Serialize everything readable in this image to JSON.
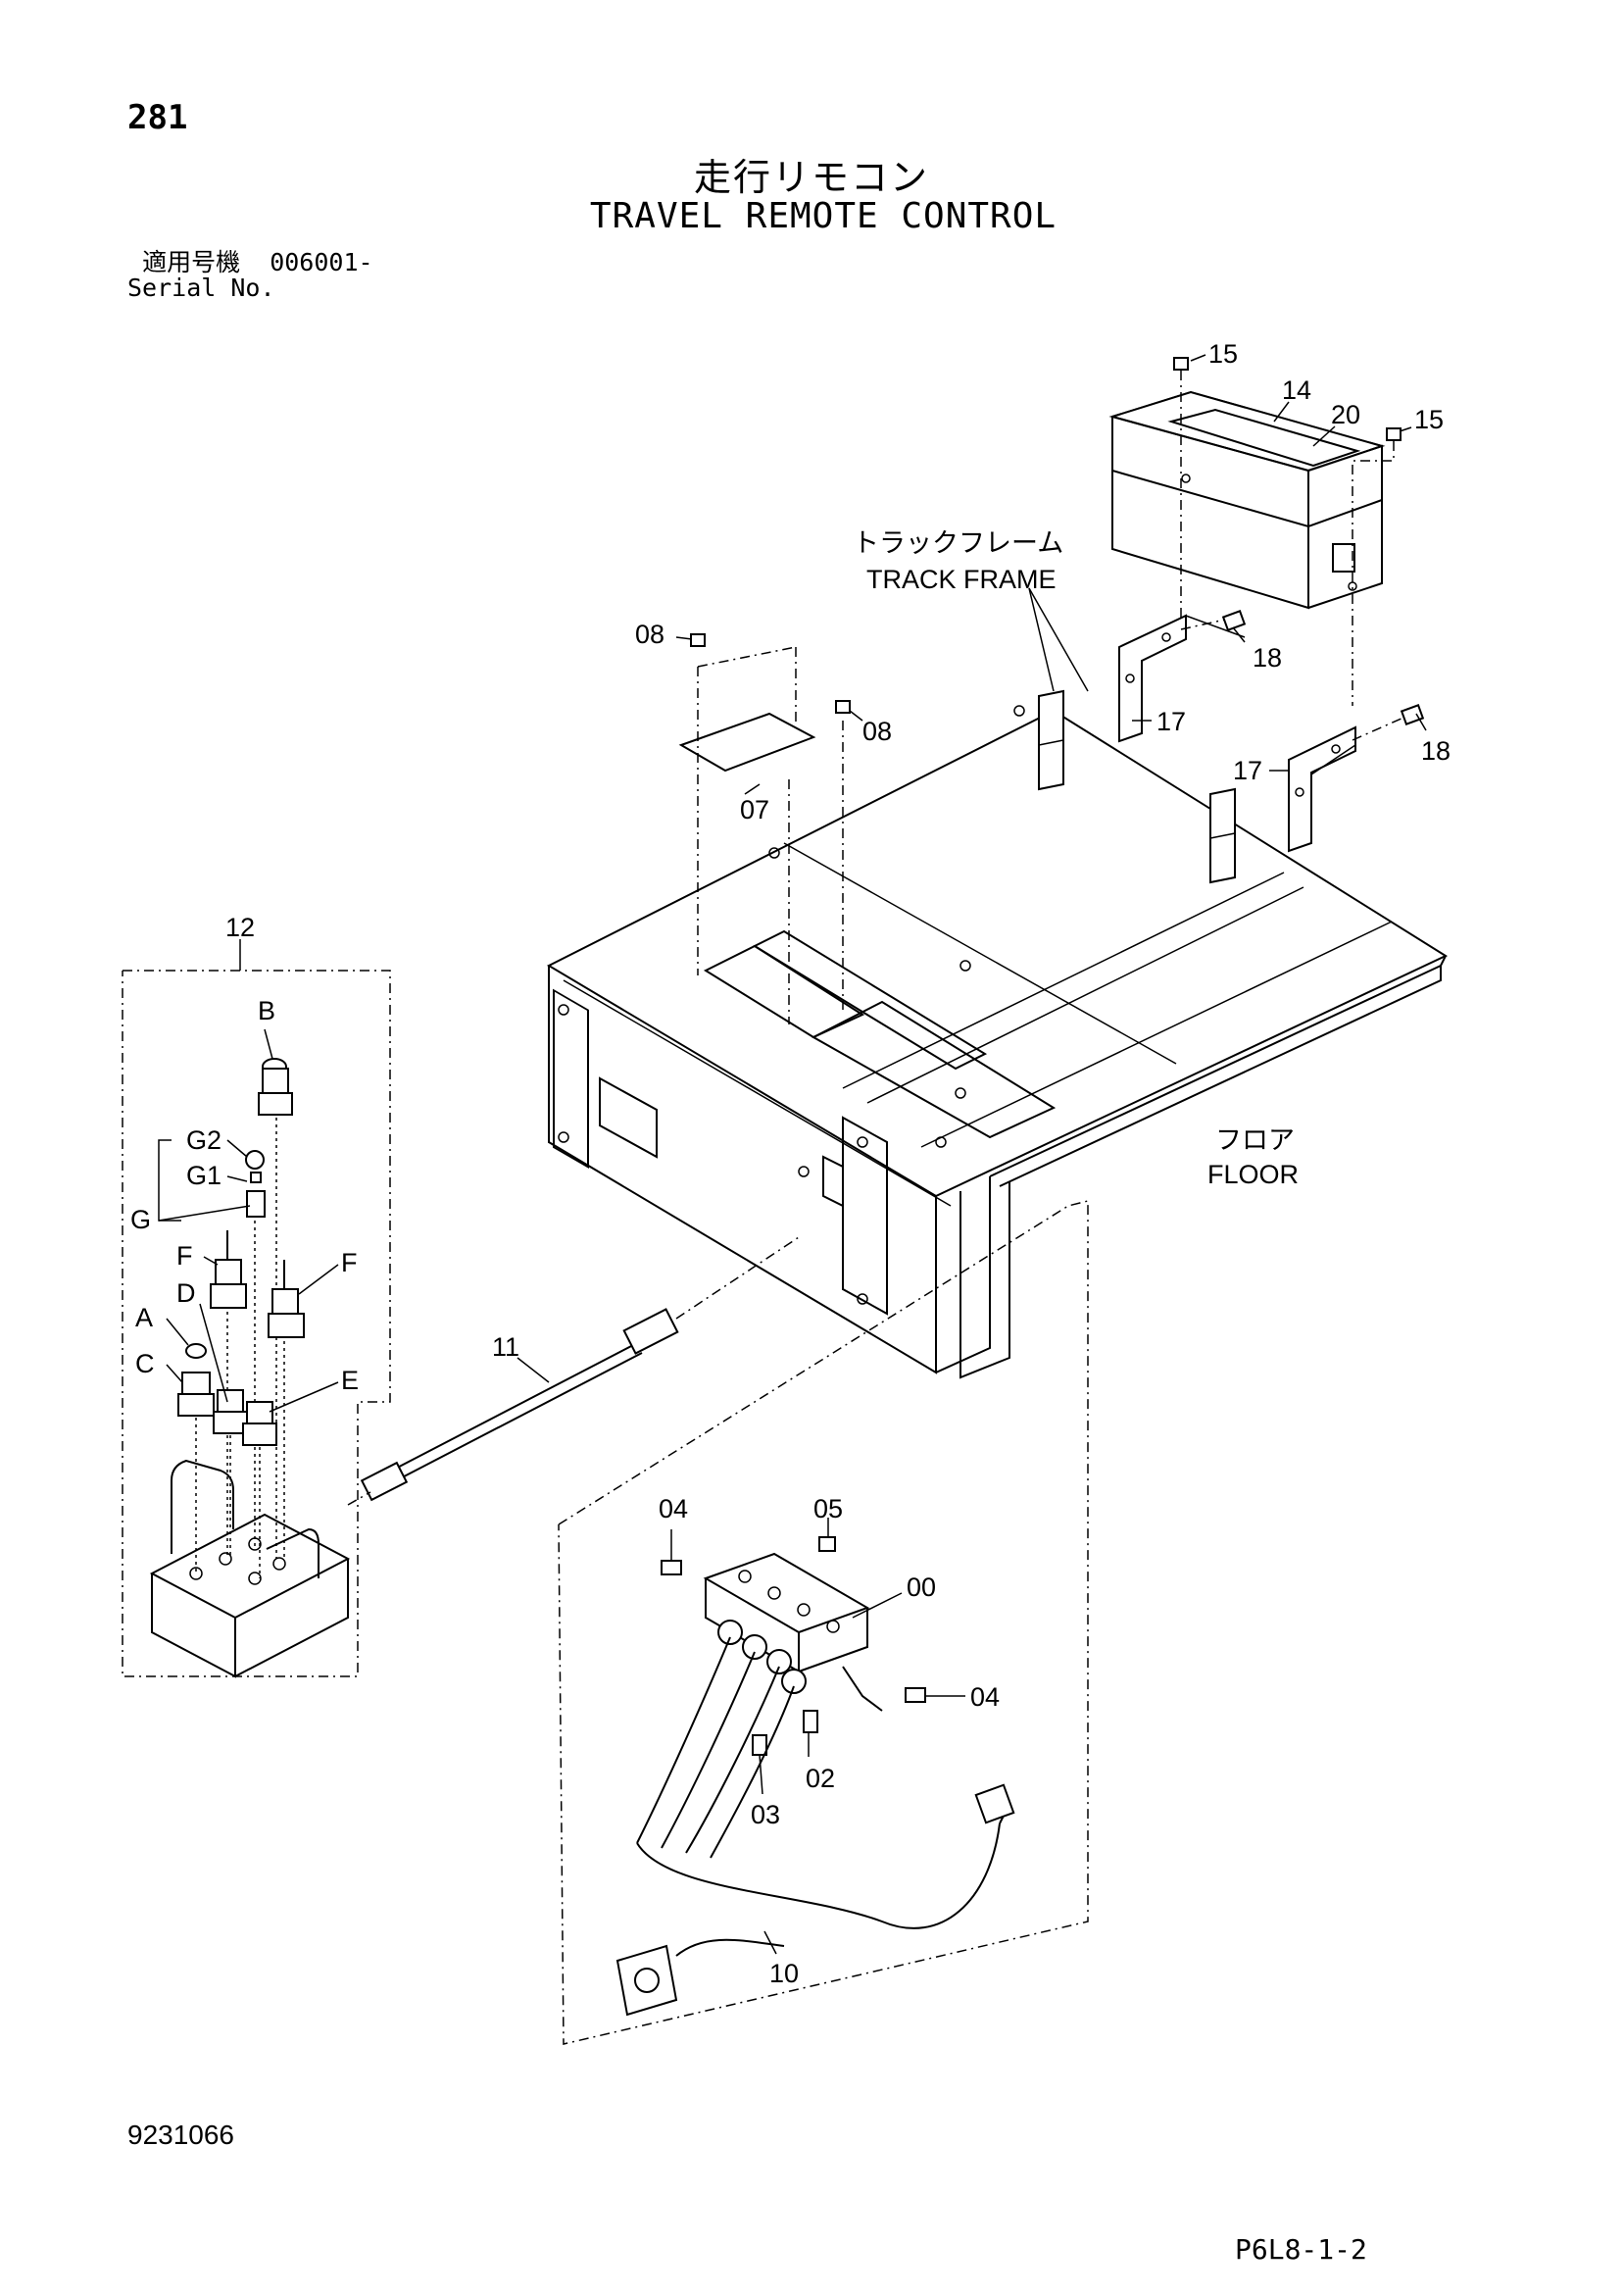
{
  "header": {
    "page_number": "281",
    "title_jp": "走行リモコン",
    "title_en": "TRAVEL REMOTE CONTROL",
    "serial_label_jp": "適用号機",
    "serial_value": "006001-",
    "serial_label_en": "Serial No."
  },
  "labels": {
    "track_frame_jp": "トラックフレーム",
    "track_frame_en": "TRACK FRAME",
    "floor_jp": "フロア",
    "floor_en": "FLOOR"
  },
  "callouts": {
    "p00": "00",
    "p02": "02",
    "p03": "03",
    "p04a": "04",
    "p04b": "04",
    "p05": "05",
    "p07": "07",
    "p08a": "08",
    "p08b": "08",
    "p10": "10",
    "p11": "11",
    "p12": "12",
    "p14": "14",
    "p15a": "15",
    "p15b": "15",
    "p17a": "17",
    "p17b": "17",
    "p18a": "18",
    "p18b": "18",
    "p20": "20",
    "pA": "A",
    "pB": "B",
    "pC": "C",
    "pD": "D",
    "pE": "E",
    "pFa": "F",
    "pFb": "F",
    "pG": "G",
    "pG1": "G1",
    "pG2": "G2"
  },
  "footer": {
    "doc_number": "9231066",
    "page_code": "P6L8-1-2"
  }
}
